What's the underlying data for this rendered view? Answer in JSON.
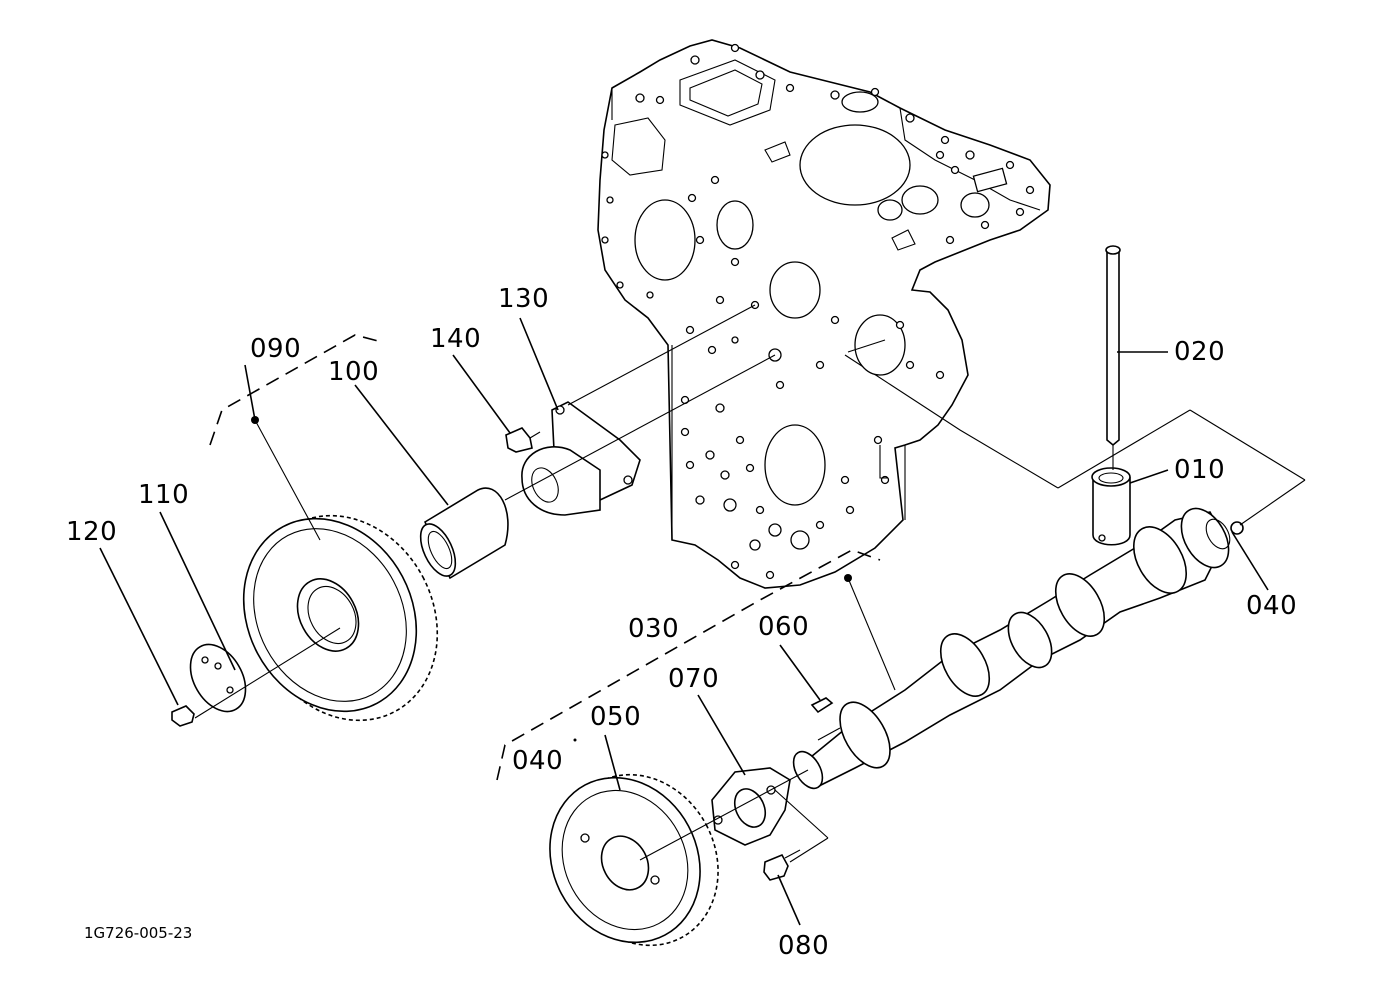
{
  "labels": {
    "p010": "010",
    "p020": "020",
    "p030": "030",
    "p040_right": "040",
    "p040_left": "040",
    "p050": "050",
    "p060": "060",
    "p070": "070",
    "p080": "080",
    "p090": "090",
    "p100": "100",
    "p110": "110",
    "p120": "120",
    "p130": "130",
    "p140": "140"
  },
  "reference_code": "1G726-005-23",
  "icons": {
    "engine_plate": "gear-case-plate-icon",
    "camshaft": "camshaft-icon",
    "cam_gear": "cam-gear-icon",
    "idle_gear": "idle-gear-icon"
  }
}
